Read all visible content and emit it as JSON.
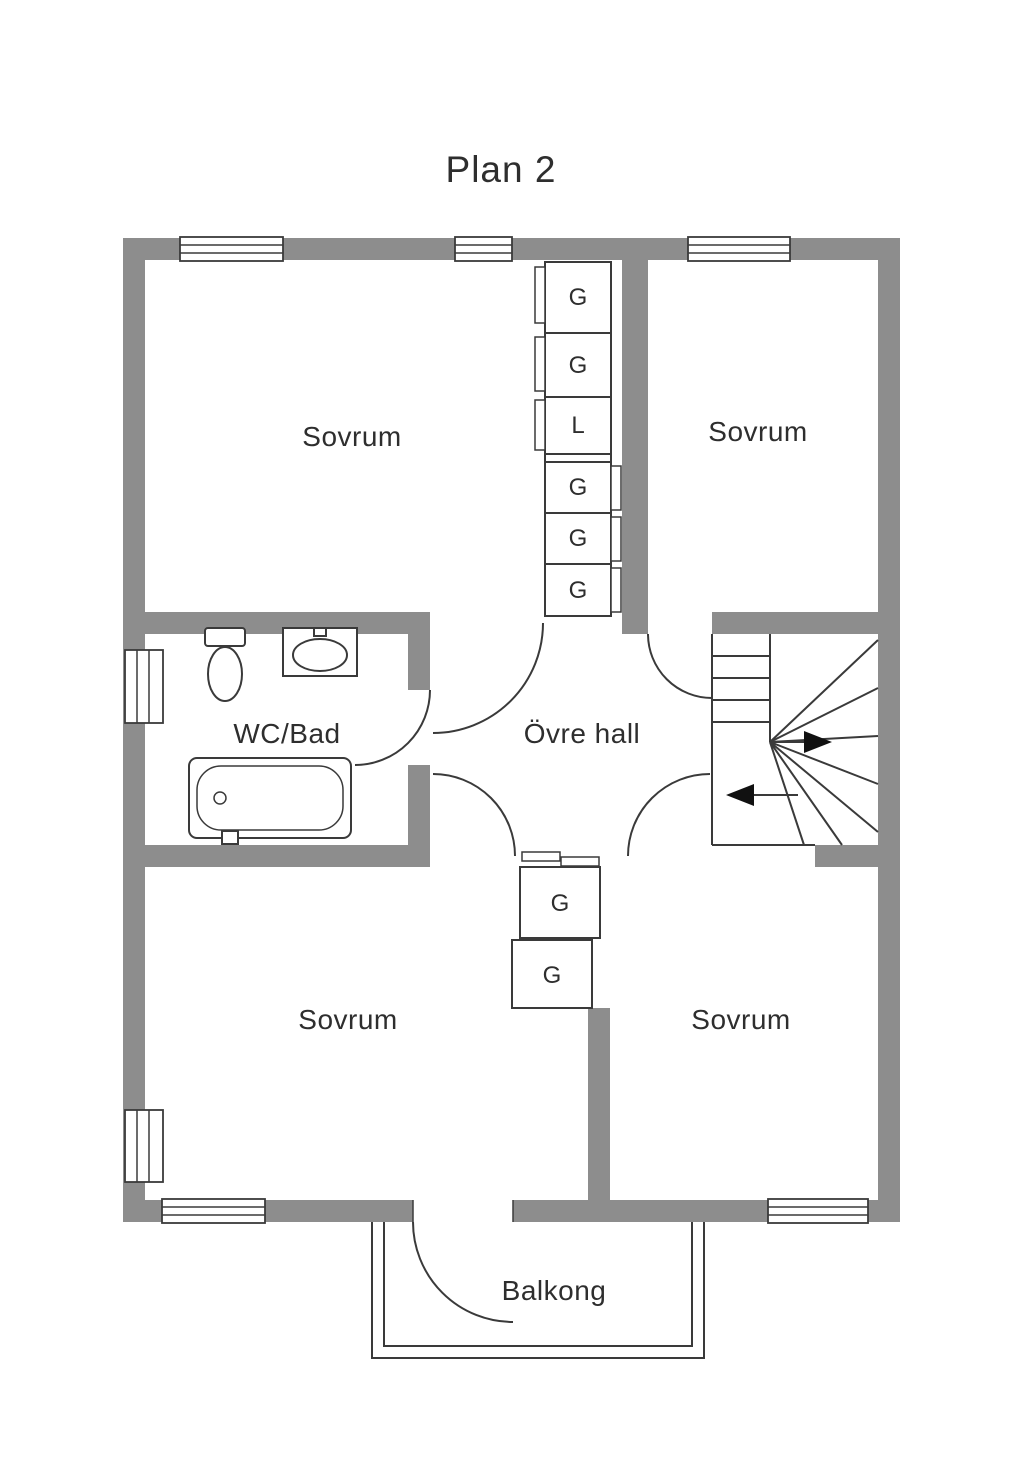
{
  "title": "Plan 2",
  "rooms": {
    "bedroom_top_left": "Sovrum",
    "bedroom_top_right": "Sovrum",
    "bathroom": "WC/Bad",
    "upper_hall": "Övre hall",
    "bedroom_bottom_left": "Sovrum",
    "bedroom_bottom_right": "Sovrum",
    "balcony": "Balkong"
  },
  "closets": {
    "top_1": "G",
    "top_2": "G",
    "top_3": "L",
    "mid_1": "G",
    "mid_2": "G",
    "mid_3": "G",
    "lower_1": "G",
    "lower_2": "G"
  },
  "colors": {
    "wall": "#8d8d8d",
    "line": "#3a3a3a",
    "text": "#2e2e2e",
    "background": "#ffffff"
  }
}
